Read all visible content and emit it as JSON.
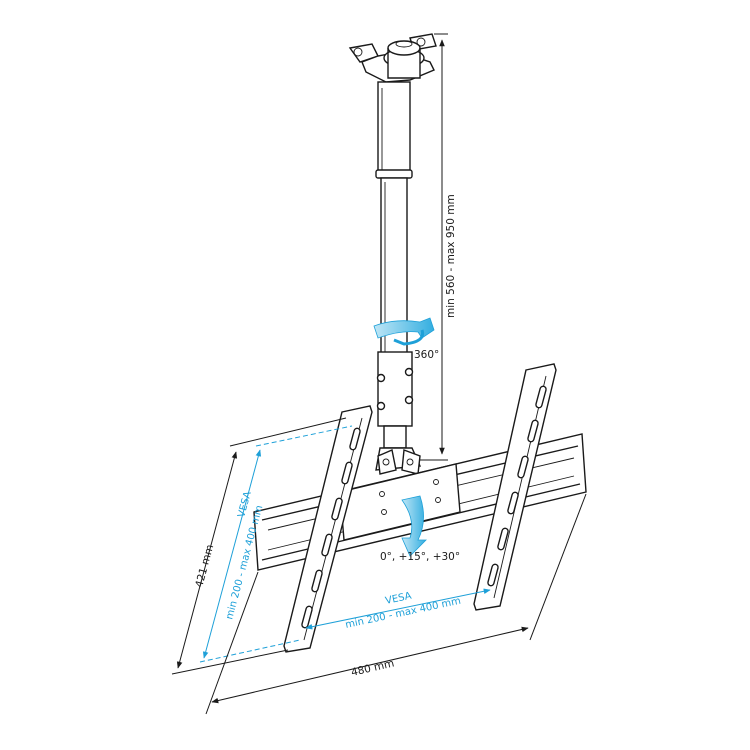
{
  "dimensions": {
    "pole_height": "min 560 - max 950 mm",
    "rotation": "360°",
    "tilt": "0°, +15°, +30°",
    "height_total": "421 mm",
    "width_total": "480 mm",
    "vesa_vertical_title": "VESA",
    "vesa_vertical_range": "min 200 - max 400 mm",
    "vesa_horizontal_title": "VESA",
    "vesa_horizontal_range": "min 200 - max 400 mm"
  },
  "colors": {
    "line": "#1a1a1a",
    "accent": "#1ea0d8"
  }
}
